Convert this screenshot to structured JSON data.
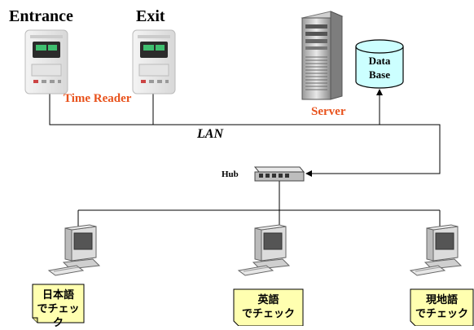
{
  "labels": {
    "entrance": "Entrance",
    "exit": "Exit",
    "time_reader": "Time Reader",
    "server": "Server",
    "database_line1": "Data",
    "database_line2": "Base",
    "lan": "LAN",
    "hub": "Hub"
  },
  "clients": [
    {
      "line1": "日本語",
      "line2": "でチェック"
    },
    {
      "line1": "英語",
      "line2": "でチェック"
    },
    {
      "line1": "現地語",
      "line2": "でチェック"
    }
  ],
  "colors": {
    "accent_red": "#e8521c",
    "note_fill": "#ffffb0",
    "database_fill": "#ccffff",
    "line": "#000000"
  }
}
